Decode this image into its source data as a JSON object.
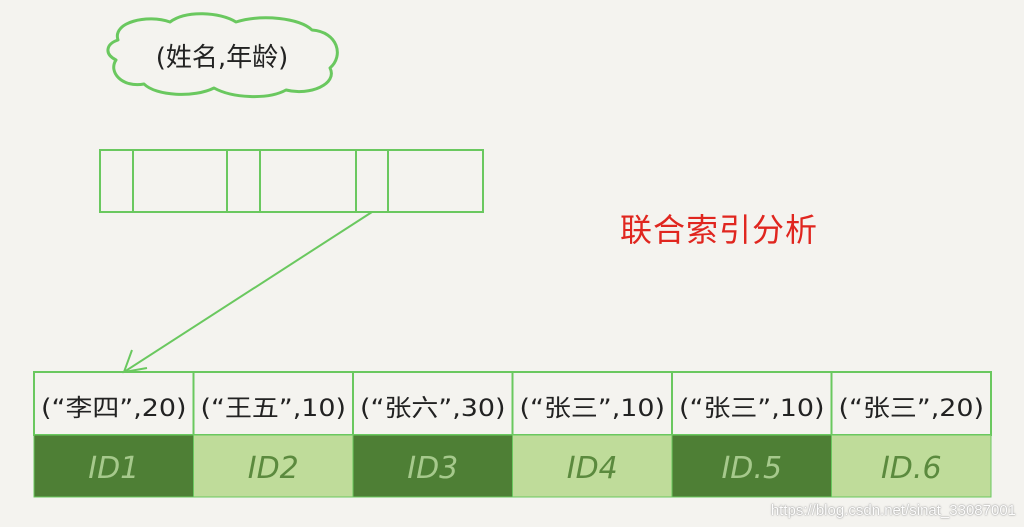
{
  "cloud_label": "(姓名,年龄)",
  "caption": "联合索引分析",
  "leaf_keys": [
    "(“李四”,20)",
    "(“王五”,10)",
    "(“张六”,30)",
    "(“张三”,10)",
    "(“张三”,10)",
    "(“张三”,20)"
  ],
  "leaf_ids": [
    "ID1",
    "ID2",
    "ID3",
    "ID4",
    "ID.5",
    "ID.6"
  ],
  "watermark": "https://blog.csdn.net/sinat_33087001",
  "colors": {
    "line_green": "#6ac85f",
    "id_dark": "#4e7f35",
    "id_light": "#bfdc9a",
    "caption_red": "#e0261f"
  }
}
